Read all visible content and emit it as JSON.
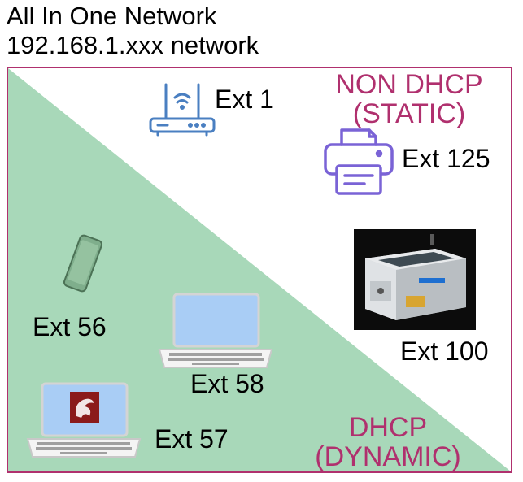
{
  "header": {
    "title": "All In One Network",
    "subtitle": "192.168.1.xxx network"
  },
  "zones": {
    "static_line1": "NON DHCP",
    "static_line2": "(STATIC)",
    "dynamic_line1": "DHCP",
    "dynamic_line2": "(DYNAMIC)"
  },
  "devices": {
    "router": "Ext 1",
    "printer": "Ext 125",
    "laser": "Ext 100",
    "phone": "Ext 56",
    "laptop_a": "Ext 58",
    "laptop_b": "Ext 57"
  },
  "colors": {
    "frame": "#b0306e",
    "dhcp_region": "#a8d8b9",
    "zone_text": "#b0306e",
    "router_stroke": "#4a7fc1",
    "printer_stroke": "#7a63d6",
    "laptop_screen": "#a9cdf5",
    "phone": "#7fae8c"
  },
  "icons": [
    "router-icon",
    "printer-icon",
    "laser-cutter-image",
    "phone-icon",
    "laptop-icon",
    "laptop-with-logo-icon"
  ]
}
